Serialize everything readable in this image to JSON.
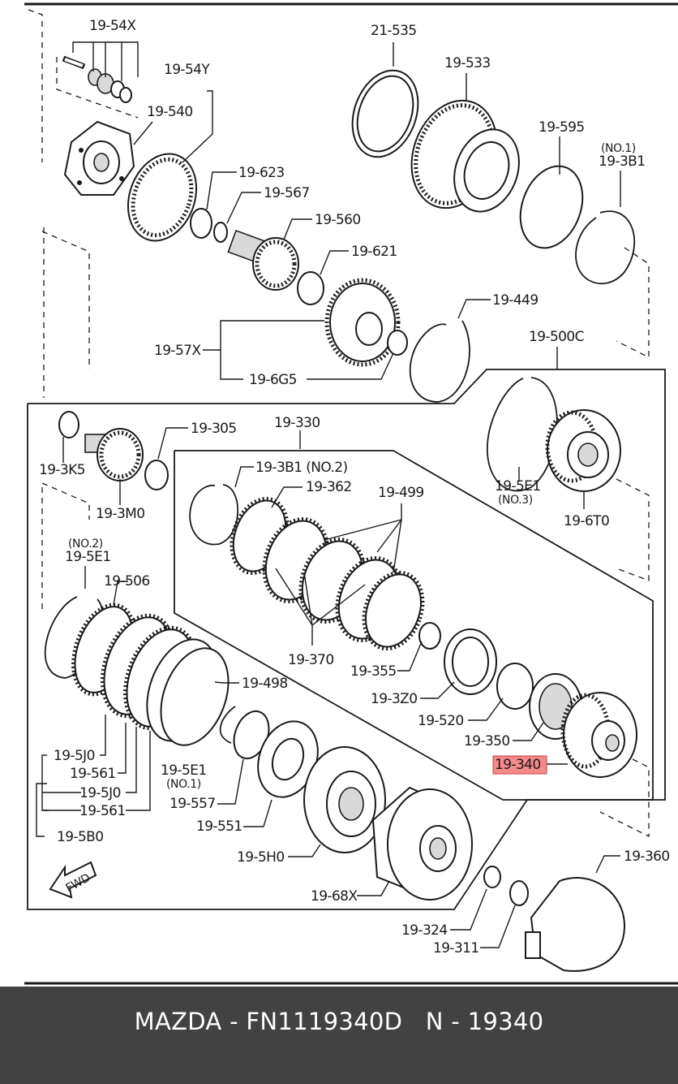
{
  "labels": {
    "l_19_54X": "19-54X",
    "l_19_54Y": "19-54Y",
    "l_19_540": "19-540",
    "l_21_535": "21-535",
    "l_19_533": "19-533",
    "l_19_595": "19-595",
    "l_no1_top": "(NO.1)",
    "l_19_3B1_top": "19-3B1",
    "l_19_623": "19-623",
    "l_19_567": "19-567",
    "l_19_560": "19-560",
    "l_19_621": "19-621",
    "l_19_449": "19-449",
    "l_19_57X": "19-57X",
    "l_19_6G5": "19-6G5",
    "l_19_500C": "19-500C",
    "l_19_3K5": "19-3K5",
    "l_19_305": "19-305",
    "l_19_3M0": "19-3M0",
    "l_19_330": "19-330",
    "l_19_3B1_no2": "19-3B1 (NO.2)",
    "l_19_362": "19-362",
    "l_19_499": "19-499",
    "l_19_5E1_right": "19-5E1",
    "l_no3": "(NO.3)",
    "l_19_6T0": "19-6T0",
    "l_no2_left": "(NO.2)",
    "l_19_5E1_left": "19-5E1",
    "l_19_506": "19-506",
    "l_19_370": "19-370",
    "l_19_355": "19-355",
    "l_19_498": "19-498",
    "l_19_3Z0": "19-3Z0",
    "l_19_520": "19-520",
    "l_19_350": "19-350",
    "l_19_340": "19-340",
    "l_19_5J0_a": "19-5J0",
    "l_19_561_a": "19-561",
    "l_19_5J0_b": "19-5J0",
    "l_19_561_b": "19-561",
    "l_19_5B0": "19-5B0",
    "l_19_5E1_no1": "19-5E1",
    "l_no1_bottom": "(NO.1)",
    "l_19_557": "19-557",
    "l_19_551": "19-551",
    "l_19_5H0": "19-5H0",
    "l_19_68X": "19-68X",
    "l_19_324": "19-324",
    "l_19_311": "19-311",
    "l_19_360": "19-360",
    "fwd": "FWD"
  },
  "highlighted_part": "19-340",
  "colors": {
    "highlight": "#f28a8a",
    "footer_bg": "#424242",
    "footer_text": "#ffffff"
  },
  "footer": {
    "text": "MAZDA - FN1119340D   N - 19340"
  }
}
